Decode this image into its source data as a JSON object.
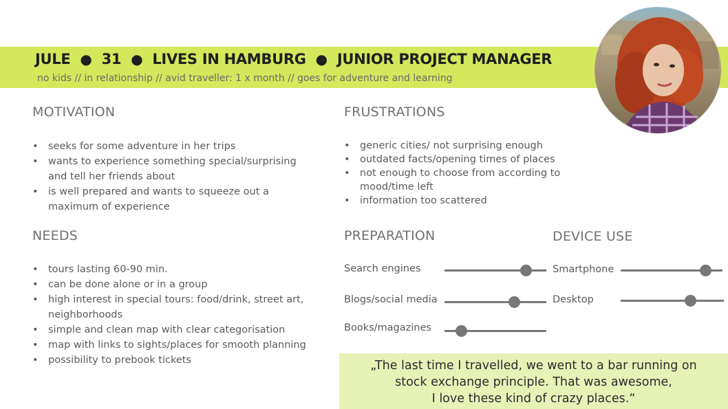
{
  "header": {
    "name": "JULE",
    "age": "31",
    "location": "LIVES IN HAMBURG",
    "role": "JUNIOR PROJECT MANAGER",
    "separator": "●",
    "tagline": "no kids // in relationship // avid traveller: 1 x month // goes for adventure and learning",
    "accent_color": "#d4e85c"
  },
  "motivation": {
    "title": "MOTIVATION",
    "items": [
      "seeks for some adventure in her trips",
      "wants to experience something special/surprising and tell her friends about",
      "is well prepared and wants to squeeze out a maximum of experience"
    ]
  },
  "frustrations": {
    "title": "FRUSTRATIONS",
    "items": [
      "generic cities/ not surprising enough",
      "outdated facts/opening times of places",
      "not enough to choose from according to mood/time left",
      "information too scattered"
    ]
  },
  "needs": {
    "title": "NEEDS",
    "items": [
      "tours lasting 60-90 min.",
      "can be done alone or in a group",
      "high interest in special tours: food/drink, street art, neighborhoods",
      "simple and clean map with clear categorisation",
      "map with links to sights/places for smooth planning",
      "possibility to prebook tickets"
    ]
  },
  "preparation": {
    "title": "PREPARATION",
    "sliders": [
      {
        "label": "Search engines",
        "level": 0.8
      },
      {
        "label": "Blogs/social media",
        "level": 0.68
      },
      {
        "label": "Books/magazines",
        "level": 0.16
      }
    ]
  },
  "device_use": {
    "title": "DEVICE USE",
    "sliders": [
      {
        "label": "Smartphone",
        "level": 0.83
      },
      {
        "label": "Desktop",
        "level": 0.67
      }
    ]
  },
  "quote": {
    "lines": [
      "„The last time I travelled, we went to a bar running on",
      "stock exchange principle. That was awesome,",
      "I love these kind of crazy places.“"
    ],
    "background": "#e7f2b7"
  }
}
